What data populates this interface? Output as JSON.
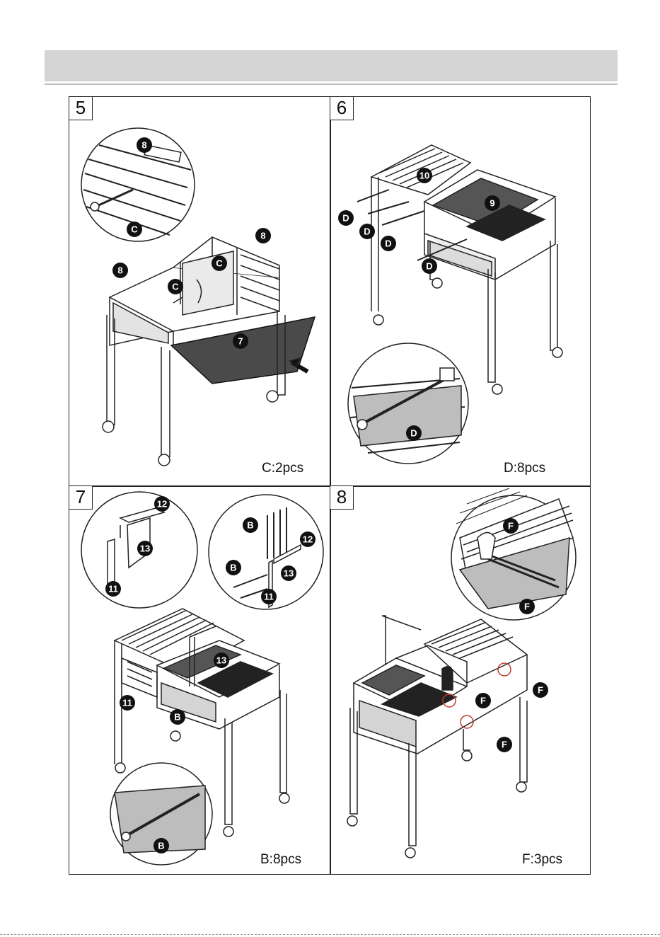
{
  "steps": [
    {
      "number": "5",
      "quantity": "C:2pcs"
    },
    {
      "number": "6",
      "quantity": "D:8pcs"
    },
    {
      "number": "7",
      "quantity": "B:8pcs"
    },
    {
      "number": "8",
      "quantity": "F:3pcs"
    }
  ],
  "callouts": {
    "s5": [
      "8",
      "C",
      "8",
      "C",
      "8",
      "C",
      "7"
    ],
    "s6": [
      "10",
      "9",
      "D",
      "D",
      "D",
      "D",
      "D"
    ],
    "s7": [
      "12",
      "13",
      "11",
      "B",
      "12",
      "B",
      "13",
      "11",
      "13",
      "11",
      "B",
      "B"
    ],
    "s8": [
      "F",
      "F",
      "F",
      "F",
      "F"
    ]
  }
}
